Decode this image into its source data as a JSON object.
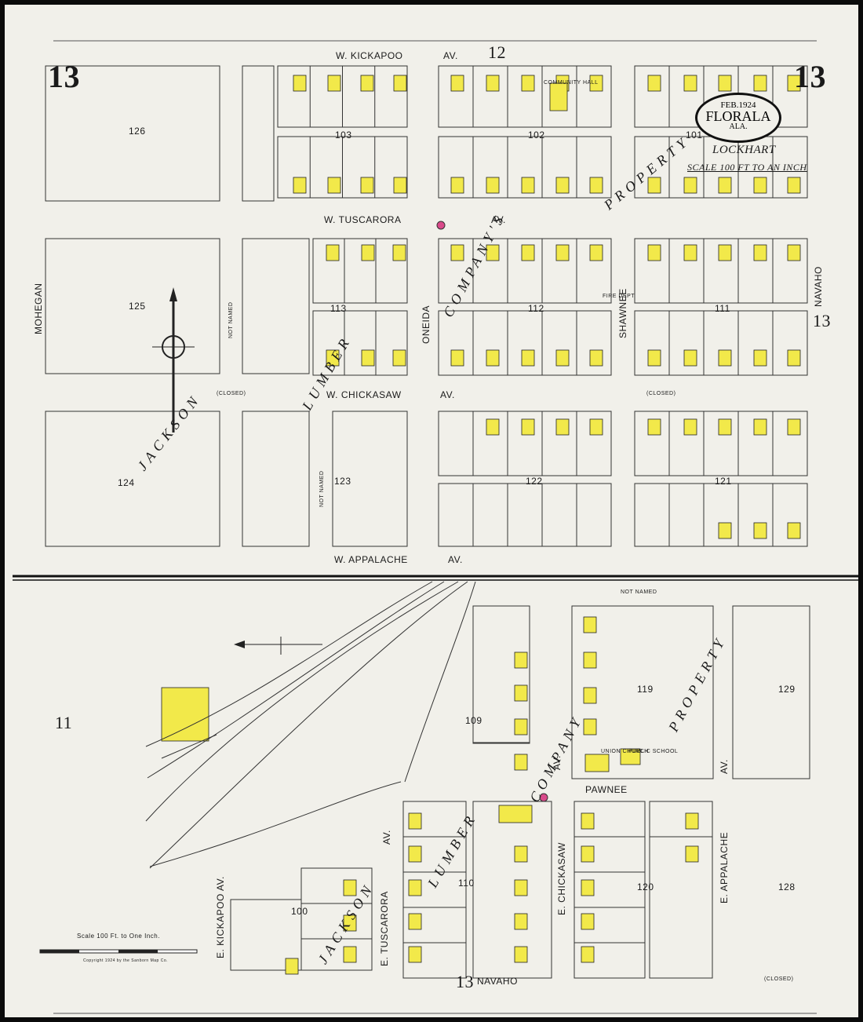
{
  "header": {
    "date": "FEB.1924",
    "city": "FLORALA",
    "state": "ALA.",
    "town": "LOCKHART",
    "scale": "SCALE 100 FT TO AN INCH",
    "sheet_left": "13",
    "sheet_right": "13"
  },
  "adjoining": {
    "top": "12",
    "right": "13",
    "left": "11",
    "bottom": "13"
  },
  "streets": {
    "w_kickapoo": "W. KICKAPOO",
    "w_tuscarora": "W. TUSCARORA",
    "w_chickasaw": "W. CHICKASAW",
    "w_appalache": "W. APPALACHE",
    "av": "AV.",
    "mohegan": "MOHEGAN",
    "oneida": "ONEIDA",
    "shawnee": "SHAWNEE",
    "navaho": "NAVAHO",
    "not_named": "NOT NAMED",
    "pawnee": "PAWNEE",
    "e_chickasaw": "E. CHICKASAW",
    "e_appalache": "E. APPALACHE",
    "e_tuscarora": "E. TUSCARORA",
    "e_kickapoo": "E. KICKAPOO AV."
  },
  "blocks": {
    "b126": "126",
    "b125": "125",
    "b124": "124",
    "b103": "103",
    "b102": "102",
    "b101": "101",
    "b113": "113",
    "b112": "112",
    "b111": "111",
    "b123": "123",
    "b122": "122",
    "b121": "121",
    "b109": "109",
    "b119": "119",
    "b129": "129",
    "b100": "100",
    "b110": "110",
    "b120": "120",
    "b128": "128"
  },
  "lumber": {
    "jackson": "JACKSON",
    "lumber": "LUMBER",
    "companys": "COMPANY'S",
    "company": "COMPANY",
    "property": "PROPERTY"
  },
  "notes": {
    "closed": "(CLOSED)",
    "union_church": "UNION CHURCH",
    "public_school": "PUBLIC SCHOOL",
    "community_hall": "COMMUNITY HALL",
    "fire_dept": "FIRE DEPT"
  },
  "footer": {
    "scale_caption": "Scale 100 Ft. to One Inch.",
    "copyright": "Copyright 1924 by the Sanborn Map Co."
  }
}
